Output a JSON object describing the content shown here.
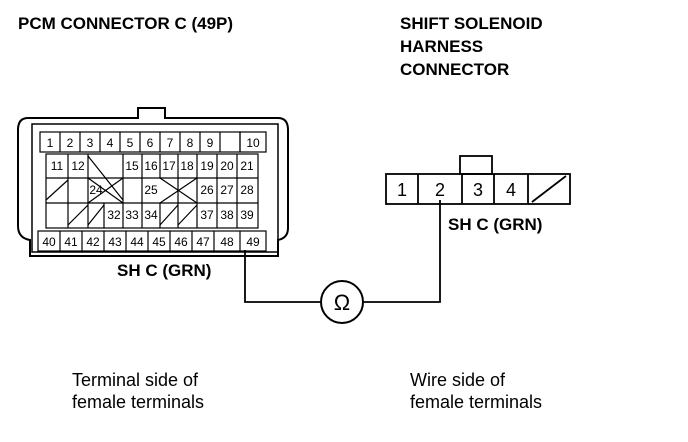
{
  "pcm_connector": {
    "title": "PCM CONNECTOR C (49P)",
    "row1": [
      "1",
      "2",
      "3",
      "4",
      "5",
      "6",
      "7",
      "8",
      "9",
      "10"
    ],
    "row2": [
      "11",
      "12",
      "15",
      "16",
      "17",
      "18",
      "19",
      "20",
      "21"
    ],
    "row3": [
      "24",
      "25",
      "26",
      "27",
      "28"
    ],
    "row4": [
      "32",
      "33",
      "34",
      "37",
      "38",
      "39"
    ],
    "row5": [
      "40",
      "41",
      "42",
      "43",
      "44",
      "45",
      "46",
      "47",
      "48",
      "49"
    ],
    "wire_label": "SH C (GRN)",
    "caption": [
      "Terminal side of",
      "female terminals"
    ]
  },
  "solenoid_connector": {
    "title": [
      "SHIFT SOLENOID",
      "HARNESS",
      "CONNECTOR"
    ],
    "pins": [
      "1",
      "2",
      "3",
      "4"
    ],
    "wire_label": "SH C (GRN)",
    "caption": [
      "Wire side of",
      "female terminals"
    ]
  },
  "meter": {
    "symbol": "Ω"
  }
}
